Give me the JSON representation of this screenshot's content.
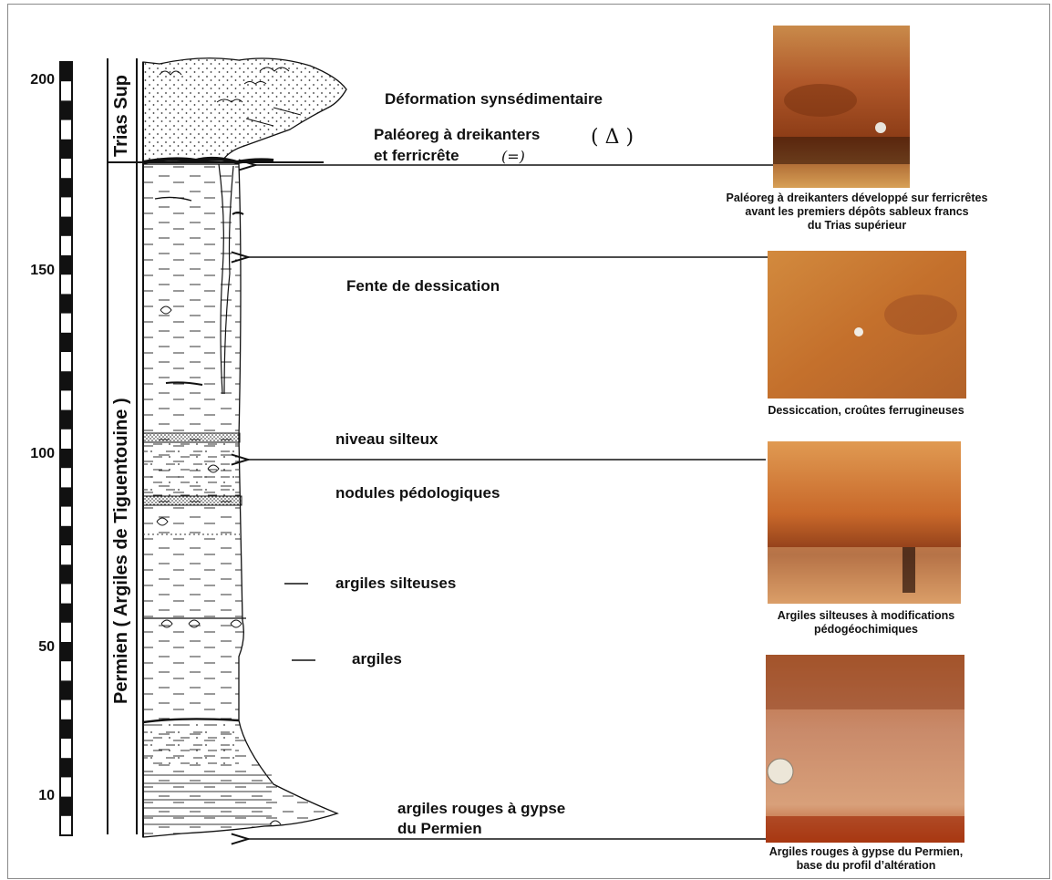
{
  "scale": {
    "ticks": [
      {
        "value": "200"
      },
      {
        "value": "150"
      },
      {
        "value": "100"
      },
      {
        "value": "50"
      },
      {
        "value": "10"
      }
    ]
  },
  "units": {
    "trias": "Trias Sup",
    "permien": "Permien ( Argiles de Tiguentouine )"
  },
  "labels": {
    "deformation": "Déformation synsédimentaire",
    "paleoreg_line1": "Paléoreg à dreikanters",
    "paleoreg_line2": "et ferricrête",
    "symbol_delta": "( Δ )",
    "symbol_equal": "(=)",
    "fente": "Fente de dessication",
    "niveau_silteux": "niveau silteux",
    "nodules": "nodules pédologiques",
    "argiles_silteuses": "argiles silteuses",
    "argiles": "argiles",
    "argiles_rouges_line1": "argiles rouges à gypse",
    "argiles_rouges_line2": "du Permien"
  },
  "photos": [
    {
      "caption_line1": "Paléoreg à dreikanters développé sur ferricrêtes",
      "caption_line2": "avant les premiers dépôts sableux francs",
      "caption_line3": "du Trias supérieur"
    },
    {
      "caption_line1": "Dessiccation, croûtes ferrugineuses"
    },
    {
      "caption_line1": "Argiles silteuses à modifications",
      "caption_line2": "pédogéochimiques"
    },
    {
      "caption_line1": "Argiles rouges à gypse du Permien,",
      "caption_line2": "base du profil d’altération"
    }
  ],
  "colors": {
    "photo_orange": "#c8702a",
    "photo_dark": "#6b2e0e",
    "photo_light": "#e6a056"
  }
}
